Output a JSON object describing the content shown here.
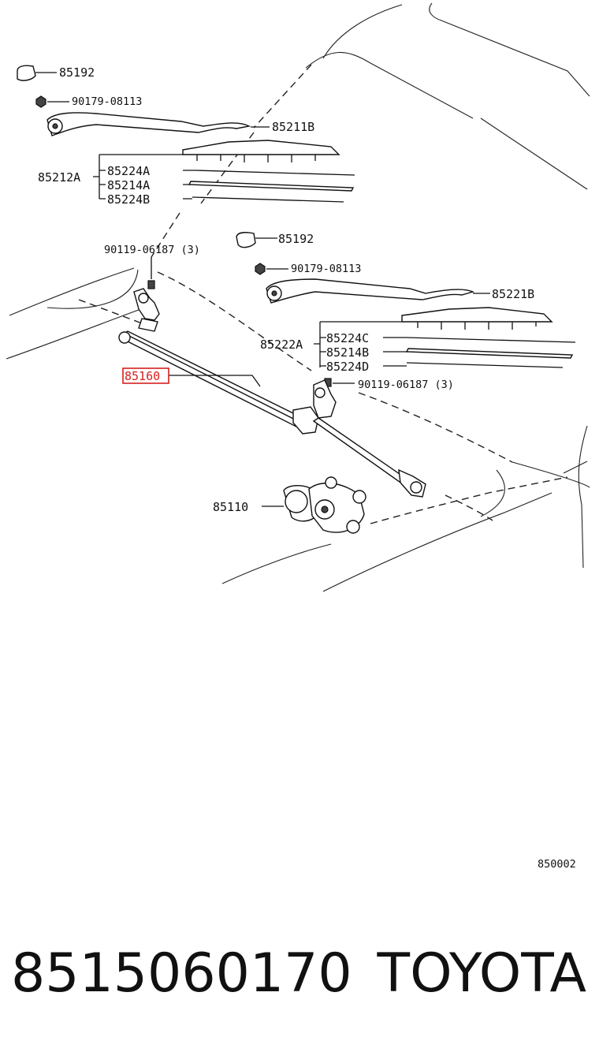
{
  "diagram": {
    "labels": {
      "cap_upper": "85192",
      "nut_upper": "90179-08113",
      "arm_upper": "85211B",
      "blade_assy_upper": "85212A",
      "blade_upper_a": "85224A",
      "rubber_upper": "85214A",
      "blade_upper_b": "85224B",
      "bolt_left": "90119-06187 (3)",
      "cap_lower": "85192",
      "nut_lower": "90179-08113",
      "arm_lower": "85221B",
      "blade_assy_lower": "85222A",
      "blade_lower_c": "85224C",
      "rubber_lower": "85214B",
      "blade_lower_d": "85224D",
      "bolt_right": "90119-06187 (3)",
      "link_assy": "85160",
      "motor": "85110",
      "diagram_code": "850002"
    },
    "highlighted_part": "85160",
    "highlight_color": "#d62020"
  },
  "footer": {
    "part_number": "8515060170",
    "brand": "TOYOTA"
  }
}
